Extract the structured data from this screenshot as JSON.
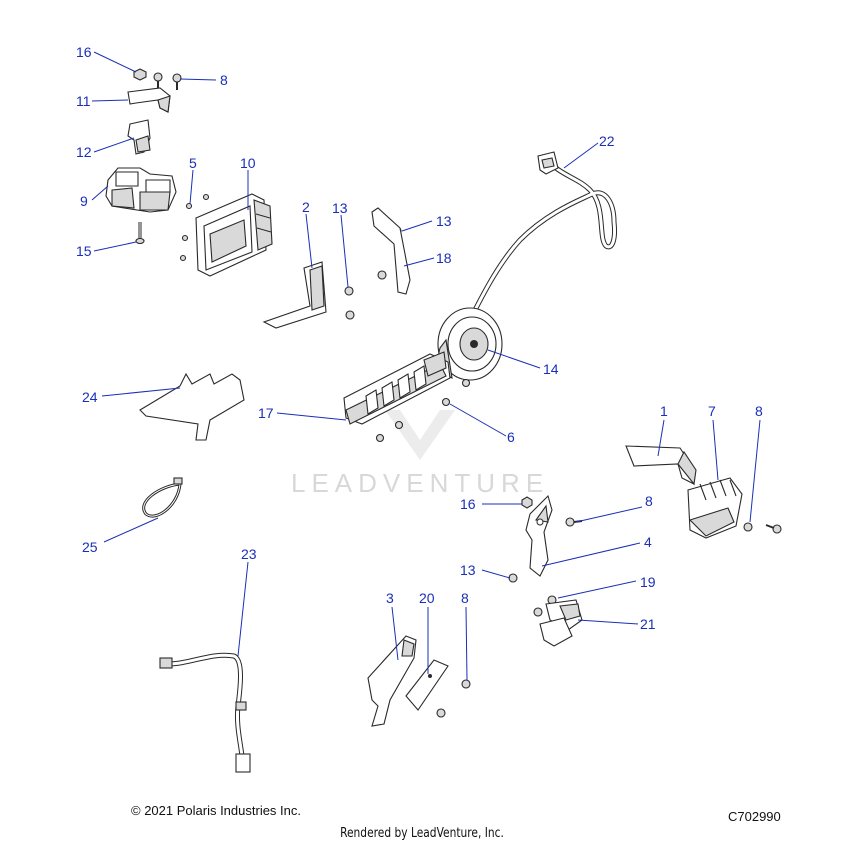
{
  "diagram": {
    "callouts": [
      "16",
      "8",
      "11",
      "12",
      "5",
      "10",
      "9",
      "15",
      "2",
      "13",
      "13",
      "18",
      "22",
      "14",
      "24",
      "17",
      "6",
      "1",
      "7",
      "8",
      "16",
      "8",
      "25",
      "4",
      "13",
      "19",
      "23",
      "3",
      "20",
      "8",
      "21"
    ],
    "watermark": "LEADVENTURE"
  },
  "footer": {
    "copyright": "© 2021 Polaris Industries Inc.",
    "catalog_number": "C702990",
    "rendered_by": "Rendered by LeadVenture, Inc."
  }
}
